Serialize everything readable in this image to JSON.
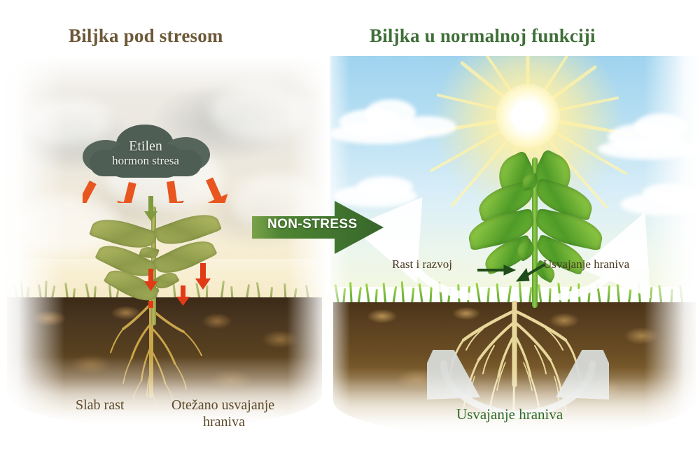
{
  "titles": {
    "left": "Biljka pod stresom",
    "right": "Biljka u normalnoj funkciji"
  },
  "colors": {
    "title_left": "#6d5838",
    "title_right": "#3f6f38",
    "arrow_green": "#44792f",
    "stress_arrow_orange": "#e8551f",
    "cloud_gray": "#4f5e55",
    "label_brown": "#5e4a2c",
    "label_green": "#2f6b2c"
  },
  "left_panel": {
    "cloud": {
      "line1": "Etilen",
      "line2": "hormon stresa",
      "icon": "storm-cloud-icon"
    },
    "stress_arrows_count": 4,
    "inner_arrows_count": 4,
    "labels": [
      {
        "text": "Slab rast"
      },
      {
        "text": "Otežano usvajanje"
      },
      {
        "text": "hraniva"
      }
    ],
    "scene": {
      "plant": "wilted-plant",
      "soil": "dark-soil-cross-section",
      "roots": "sparse-root-system"
    }
  },
  "center": {
    "arrow_label": "NON-STRESS",
    "arrow_direction": "right"
  },
  "right_panel": {
    "scene": {
      "sun": "sun-icon",
      "sky": "blue-sky-with-clouds",
      "plant": "healthy-plant",
      "soil": "rich-soil-cross-section",
      "roots": "dense-root-system"
    },
    "labels": [
      {
        "text": "Rast i razvoj",
        "arrow": "arrow-right"
      },
      {
        "text": "Usvajanje hraniva",
        "arrow": "arrow-left"
      }
    ],
    "bottom_label": "Usvajanje hraniva",
    "curved_arrows": [
      "growth-arrow-left",
      "growth-arrow-right",
      "nutrient-uptake-arc"
    ]
  }
}
